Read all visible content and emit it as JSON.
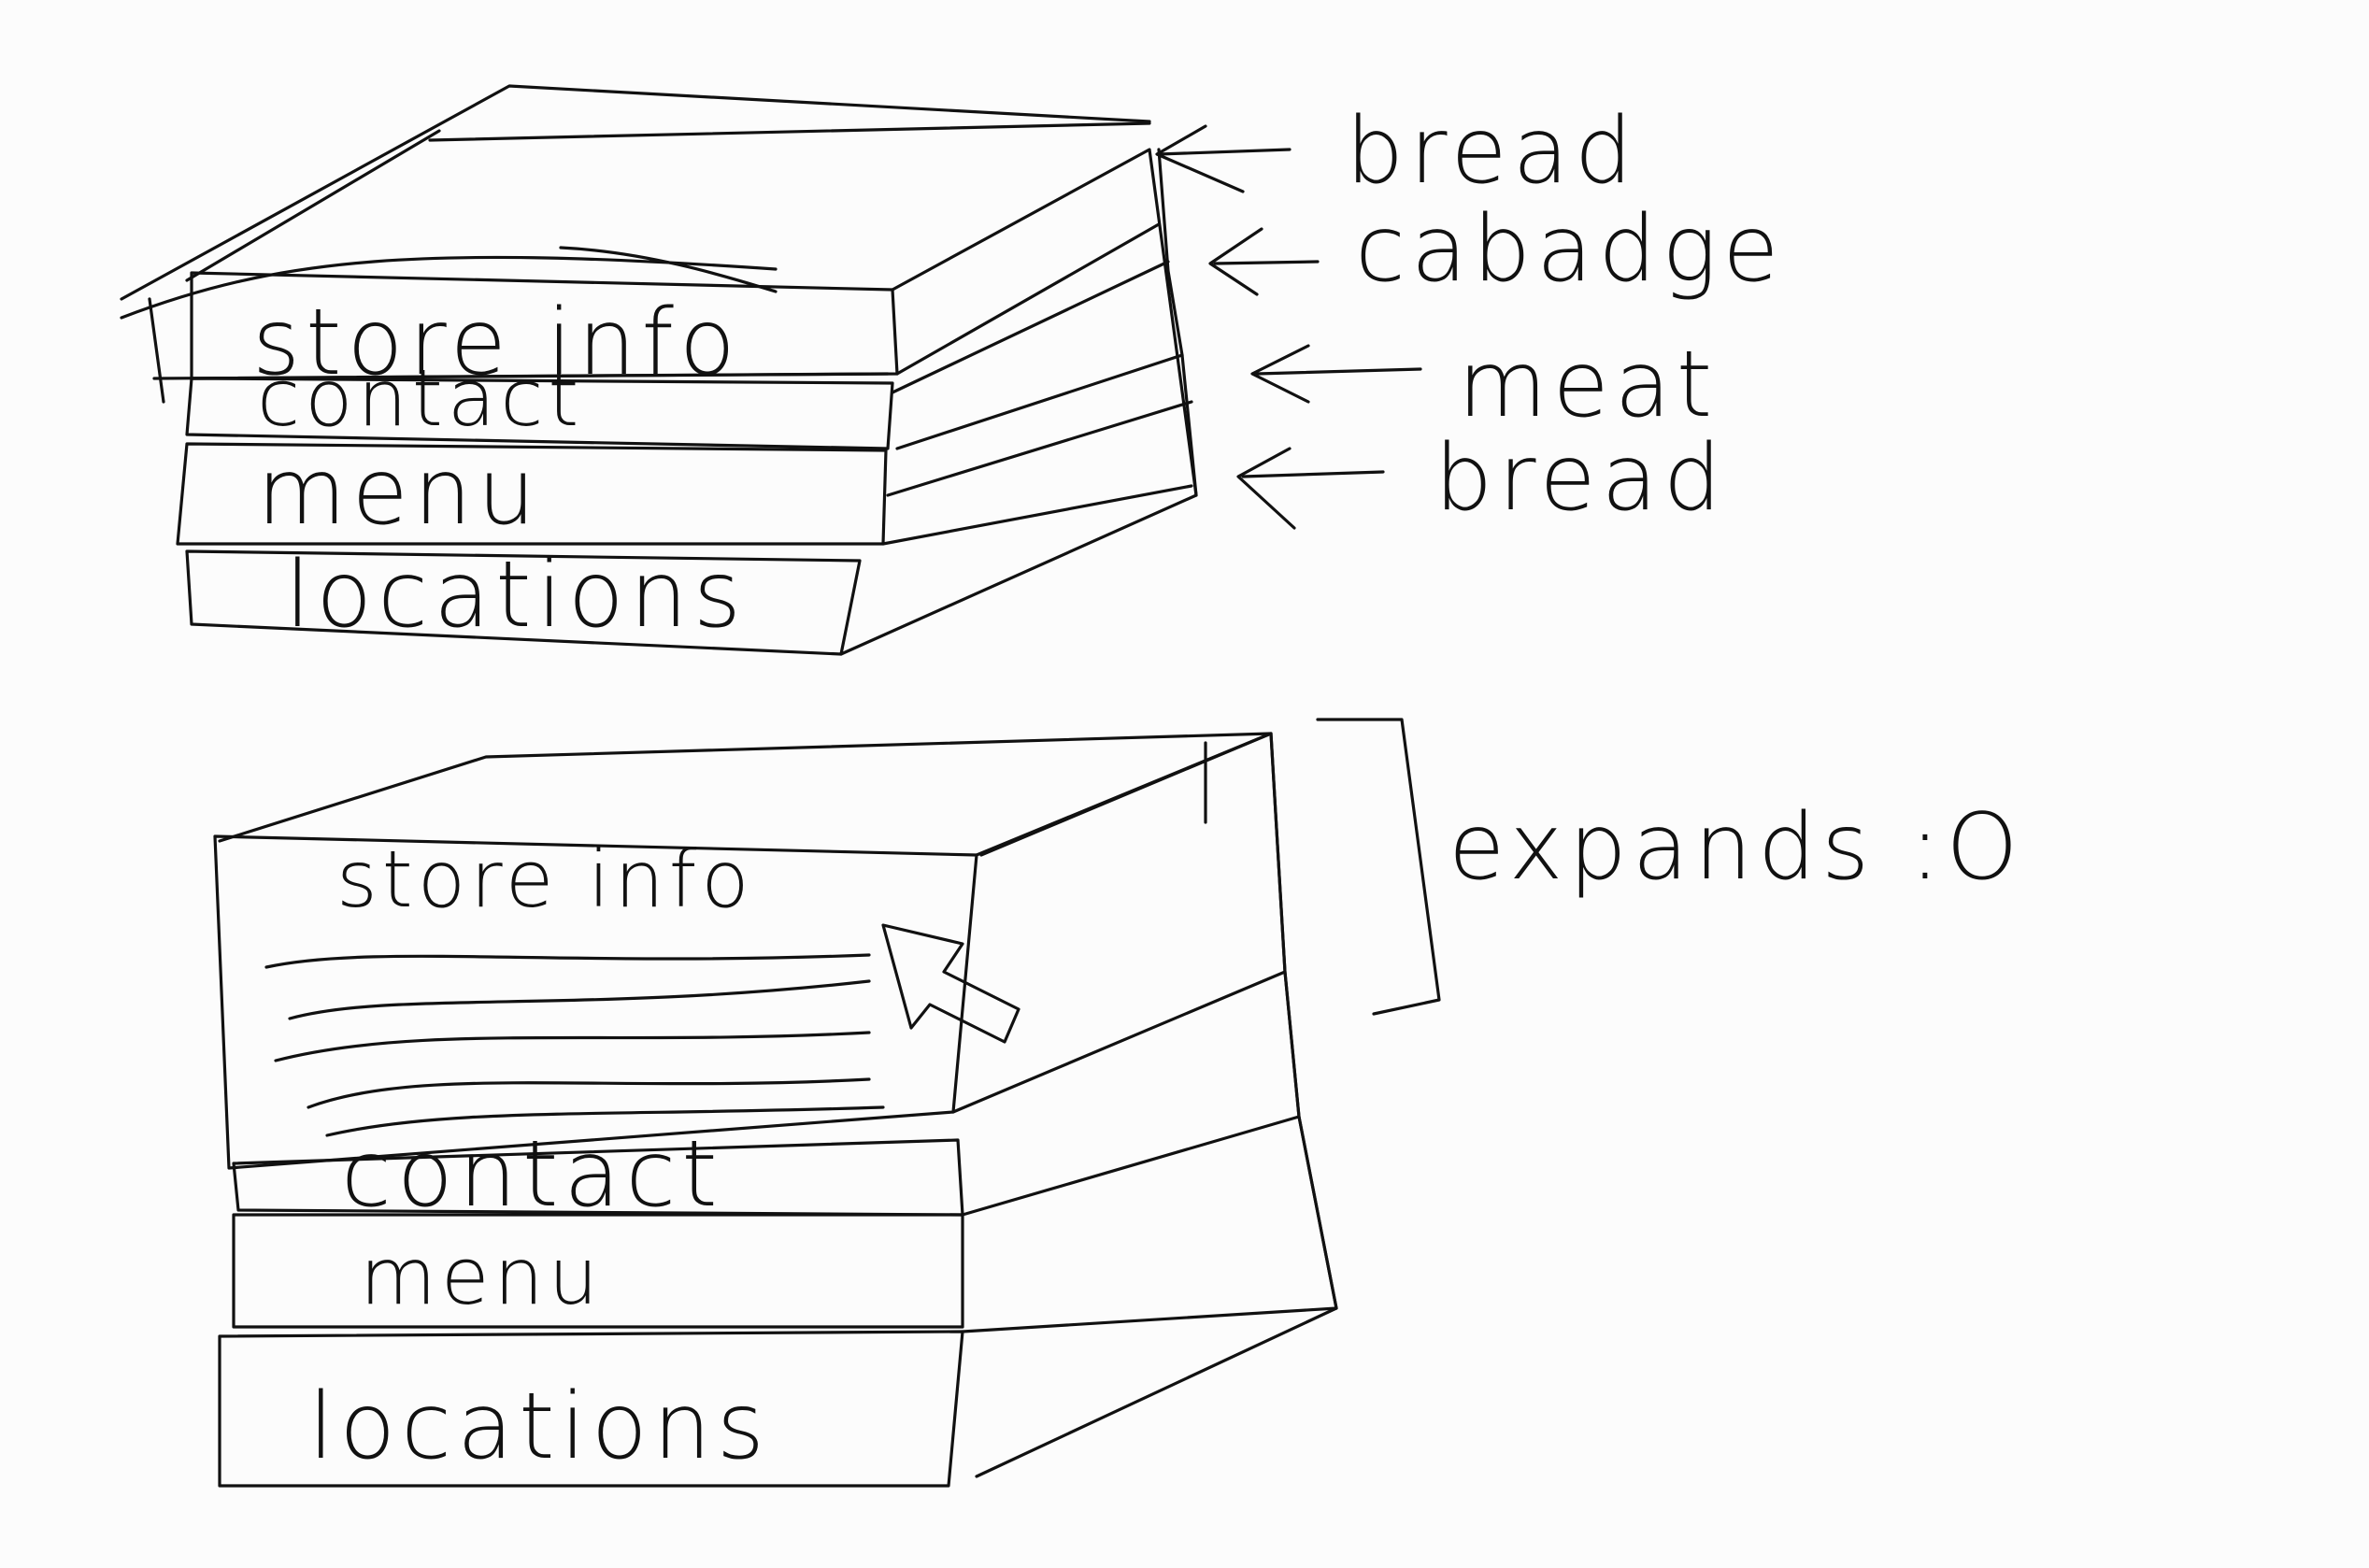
{
  "collapsed_stack": {
    "layers": [
      {
        "label": "store info"
      },
      {
        "label": "contact"
      },
      {
        "label": "menu"
      },
      {
        "label": "locations"
      }
    ],
    "annotations": [
      {
        "label": "bread"
      },
      {
        "label": "cabadge"
      },
      {
        "label": "meat"
      },
      {
        "label": "bread"
      }
    ]
  },
  "expanded_stack": {
    "layers": [
      {
        "label": "store info"
      },
      {
        "label": "contact"
      },
      {
        "label": "menu"
      },
      {
        "label": "locations"
      }
    ],
    "annotation": "expands :O"
  }
}
